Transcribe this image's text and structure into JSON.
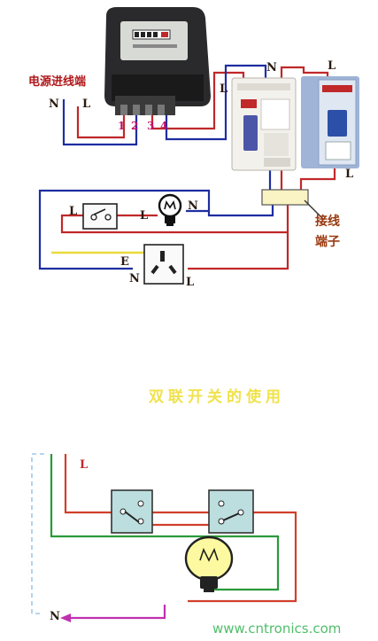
{
  "top": {
    "power_in": "电源进线端",
    "in_n": "N",
    "in_l": "L",
    "terminals": [
      "1",
      "2",
      "3",
      "4"
    ],
    "rcd_n": "N",
    "rcd_l": "L",
    "mcb_l_top": "L",
    "mcb_l_bottom": "L",
    "switch_l_left": "L",
    "switch_l_right": "L",
    "lamp_n": "N",
    "socket_e": "E",
    "socket_n": "N",
    "socket_l": "L",
    "terminal_block": "接线端子"
  },
  "bottom": {
    "title": "双联开关的使用",
    "l": "L",
    "n": "N",
    "watermark": "www.cntronics.com"
  }
}
